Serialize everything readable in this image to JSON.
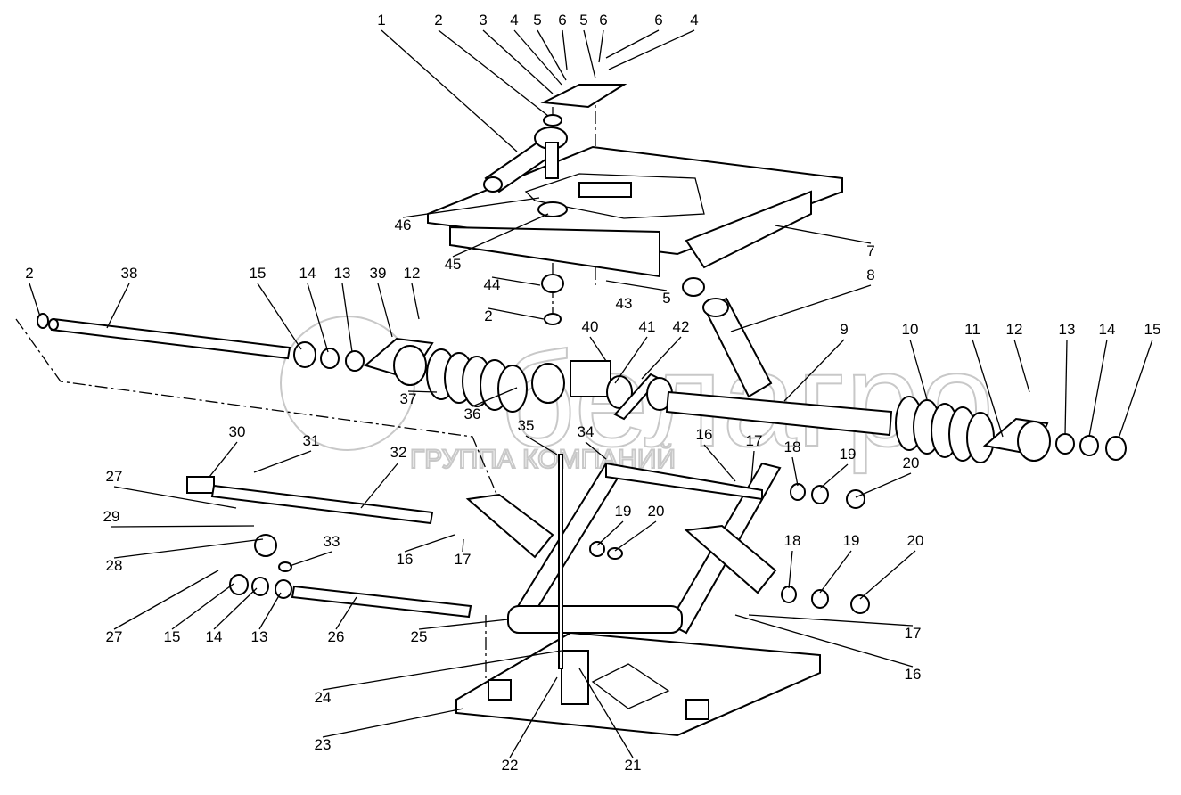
{
  "watermark": {
    "logo_text": "белагро",
    "subtitle": "ГРУППА КОМПАНИЙ"
  },
  "labels": [
    "1",
    "2",
    "3",
    "4",
    "5",
    "6",
    "5",
    "6",
    "6",
    "4",
    "46",
    "45",
    "7",
    "8",
    "5",
    "43",
    "44",
    "2",
    "38",
    "2",
    "15",
    "14",
    "13",
    "39",
    "12",
    "40",
    "41",
    "42",
    "9",
    "10",
    "11",
    "12",
    "13",
    "14",
    "15",
    "37",
    "36",
    "35",
    "34",
    "16",
    "17",
    "18",
    "19",
    "20",
    "30",
    "31",
    "32",
    "27",
    "29",
    "28",
    "33",
    "16",
    "17",
    "19",
    "20",
    "18",
    "19",
    "20",
    "27",
    "15",
    "14",
    "13",
    "26",
    "25",
    "17",
    "16",
    "24",
    "23",
    "22",
    "21"
  ]
}
